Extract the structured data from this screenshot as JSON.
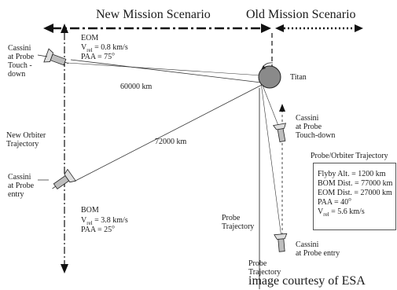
{
  "headers": {
    "new": "New Mission Scenario",
    "old": "Old Mission Scenario"
  },
  "new_scenario": {
    "eom": {
      "title": "EOM",
      "vrel": "= 0.8 km/s",
      "paa": "PAA = 75"
    },
    "bom": {
      "title": "BOM",
      "vrel": "= 3.8 km/s",
      "paa": "PAA = 25"
    },
    "cassini_touchdown": [
      "Cassini",
      "at Probe",
      "Touch -",
      "down"
    ],
    "cassini_entry": [
      "Cassini",
      "at Probe",
      "entry"
    ],
    "orbiter_trajectory": [
      "New Orbiter",
      "Trajectory"
    ],
    "dist_60000": "60000 km",
    "dist_72000": "72000 km"
  },
  "titan_label": "Titan",
  "old_scenario": {
    "cassini_touchdown": [
      "Cassini",
      "at Probe",
      "Touch-down"
    ],
    "cassini_entry": [
      "Cassini",
      "at Probe entry"
    ],
    "probe_trajectory_a": [
      "Probe",
      "Trajectory"
    ],
    "probe_trajectory_b": [
      "Probe",
      "Trajectory"
    ],
    "table": {
      "title": "Probe/Orbiter Trajectory",
      "flyby": "Flyby Alt.   =   1200 km",
      "bom_dist": "BOM Dist.  =  77000 km",
      "eom_dist": "EOM Dist.  =  27000 km",
      "paa": "PAA = 40",
      "vrel": "= 5.6 km/s"
    }
  },
  "symbols": {
    "vrel": "V",
    "vrel_sub": "rel",
    "degree": "o"
  },
  "credit": "image courtesy of ESA"
}
